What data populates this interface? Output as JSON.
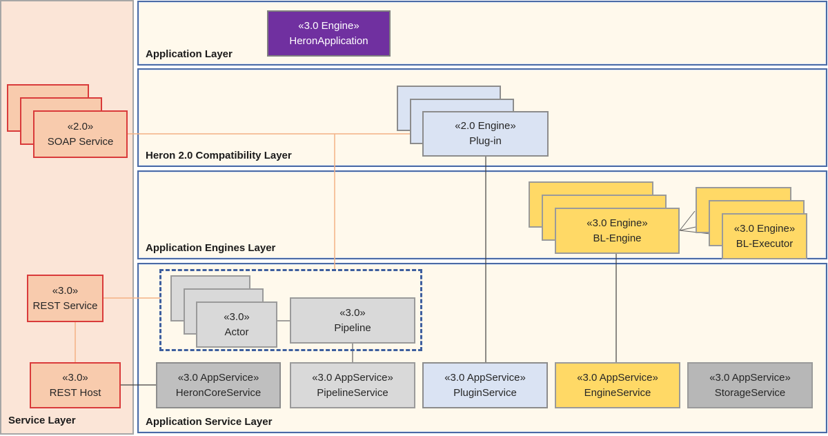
{
  "layers": {
    "service": "Service Layer",
    "application": "Application  Layer",
    "compat": "Heron 2.0 Compatibility Layer",
    "engines": "Application Engines Layer",
    "app_service": "Application  Service Layer"
  },
  "components": {
    "heron_application": {
      "stereotype": "«3.0 Engine»",
      "name": "HeronApplication"
    },
    "soap_service": {
      "stereotype": "«2.0»",
      "name": "SOAP Service"
    },
    "plugin": {
      "stereotype": "«2.0 Engine»",
      "name": "Plug-in"
    },
    "bl_engine": {
      "stereotype": "«3.0 Engine»",
      "name": "BL-Engine"
    },
    "bl_executor": {
      "stereotype": "«3.0 Engine»",
      "name": "BL-Executor"
    },
    "rest_service": {
      "stereotype": "«3.0»",
      "name": "REST Service"
    },
    "rest_host": {
      "stereotype": "«3.0»",
      "name": "REST Host"
    },
    "actor": {
      "stereotype": "«3.0»",
      "name": "Actor"
    },
    "pipeline": {
      "stereotype": "«3.0»",
      "name": "Pipeline"
    },
    "heron_core_service": {
      "stereotype": "«3.0 AppService»",
      "name": "HeronCoreService"
    },
    "pipeline_service": {
      "stereotype": "«3.0 AppService»",
      "name": "PipelineService"
    },
    "plugin_service": {
      "stereotype": "«3.0 AppService»",
      "name": "PluginService"
    },
    "engine_service": {
      "stereotype": "«3.0 AppService»",
      "name": "EngineService"
    },
    "storage_service": {
      "stereotype": "«3.0 AppService»",
      "name": "StorageService"
    }
  },
  "colors": {
    "service_bg": "#fbe5d7",
    "layer_bg": "#fff9ec",
    "layer_border": "#4a6aa5",
    "purple": "#7030a0",
    "red_border": "#d93a3a",
    "salmon": "#f8cbad",
    "light_blue": "#dae3f3",
    "yellow": "#ffd966",
    "light_gray": "#d9d9d9",
    "dark_gray": "#bfbfbf",
    "orange_wire": "#f4b183",
    "dark_wire": "#404040"
  }
}
